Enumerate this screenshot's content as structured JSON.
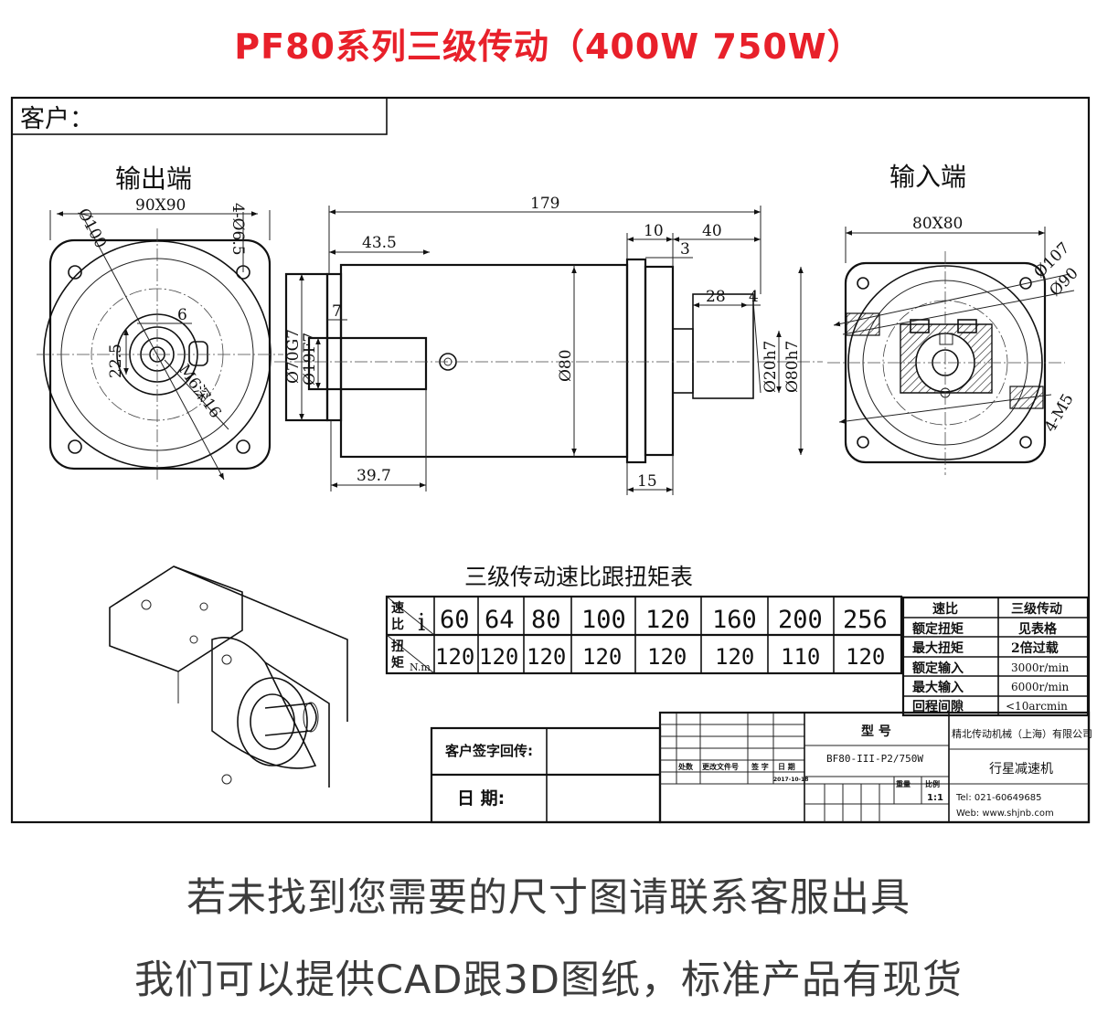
{
  "title": "PF80系列三级传动（400W 750W）",
  "customer_label": "客户：",
  "views": {
    "output_end": "输出端",
    "input_end": "输入端"
  },
  "dims": {
    "output": {
      "square": "90X90",
      "pcd": "Ø100",
      "holes": "4-Ø6.5",
      "key": "6",
      "offset": "22.5",
      "thread": "M6深16"
    },
    "side": {
      "length": "179",
      "flange_len": "43.5",
      "base_len": "39.7",
      "key_h": "7",
      "pilot": "Ø70G7",
      "shaft": "Ø19F7",
      "body": "Ø80",
      "d10": "10",
      "d40": "40",
      "d3": "3",
      "d28": "28",
      "d4": "4",
      "d15": "15",
      "in_bore": "Ø20h7",
      "in_pilot": "Ø80h7"
    },
    "input": {
      "square": "80X80",
      "pcd1": "Ø107",
      "pcd2": "Ø90",
      "holes": "4-M5"
    }
  },
  "table": {
    "title": "三级传动速比跟扭矩表",
    "ratio_label_top": "速",
    "ratio_label_bottom": "比",
    "ratio_symbol": "i",
    "torque_label_top": "扭",
    "torque_label_bottom": "矩",
    "torque_unit": "N.m",
    "ratios": [
      "60",
      "64",
      "80",
      "100",
      "120",
      "160",
      "200",
      "256"
    ],
    "torques": [
      "120",
      "120",
      "120",
      "120",
      "120",
      "120",
      "110",
      "120"
    ]
  },
  "specs": [
    {
      "label": "速比",
      "value": "三级传动"
    },
    {
      "label": "额定扭矩",
      "value": "见表格"
    },
    {
      "label": "最大扭矩",
      "value": "2倍过载"
    },
    {
      "label": "额定输入",
      "value": "3000r/min"
    },
    {
      "label": "最大输入",
      "value": "6000r/min"
    },
    {
      "label": "回程间隙",
      "value": "<10arcmin"
    }
  ],
  "titleblock": {
    "sign_label": "客户签字回传:",
    "date_label": "日    期:",
    "model_label": "型    号",
    "model_value": "BF80-III-P2/750W",
    "company": "精北传动机械（上海）有限公司",
    "product": "行星减速机",
    "tel": "Tel: 021-60649685",
    "web": "Web: www.shjnb.com",
    "weight": "重量",
    "scale": "比例",
    "scale_value": "1:1",
    "col_process": "处数",
    "col_doc": "更改文件号",
    "col_sign": "签 字",
    "col_date": "日 期",
    "rev_date": "2017-10-18"
  },
  "footer": {
    "line1": "若未找到您需要的尺寸图请联系客服出具",
    "line2": "我们可以提供CAD跟3D图纸，标准产品有现货"
  }
}
